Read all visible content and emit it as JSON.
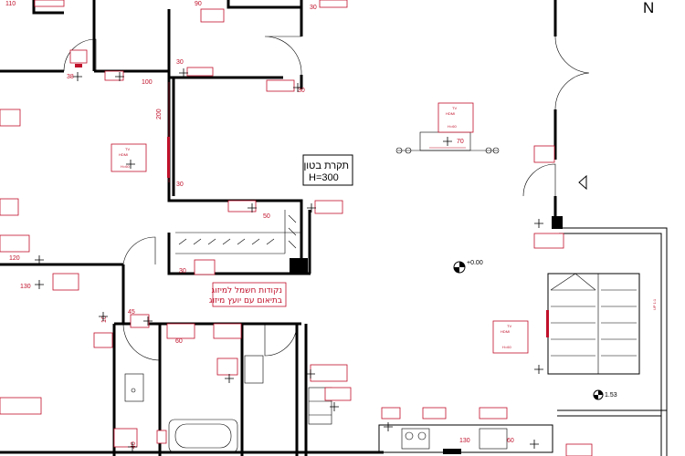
{
  "north_label": "N",
  "ceiling_note": {
    "line1": "תקרת בטון",
    "line2": "H=300"
  },
  "ac_note": {
    "line1": "נקודות חשמל למיזוג",
    "line2": "בתיאום עם יועץ מיזוג"
  },
  "level_marks": {
    "main": "+0.00",
    "stair": "1.53"
  },
  "dimensions": {
    "d110": "110",
    "d90": "90",
    "d30a": "30",
    "d38": "38",
    "d30b": "30",
    "d100": "100",
    "d30c": "30",
    "d200": "200",
    "d30d": "30",
    "d70": "70",
    "d50": "50",
    "d120": "120",
    "d130a": "130",
    "d30e": "30",
    "d45": "45",
    "d60a": "60",
    "d10": "10",
    "d40": "40",
    "d130b": "130",
    "d60b": "60"
  },
  "equipment_tags": {
    "tv": "TV",
    "hdmi": "HDMI",
    "h60": "H=60",
    "h90": "H=90",
    "h40": "H=40"
  },
  "stair_vertical_label": "UP 1:1"
}
